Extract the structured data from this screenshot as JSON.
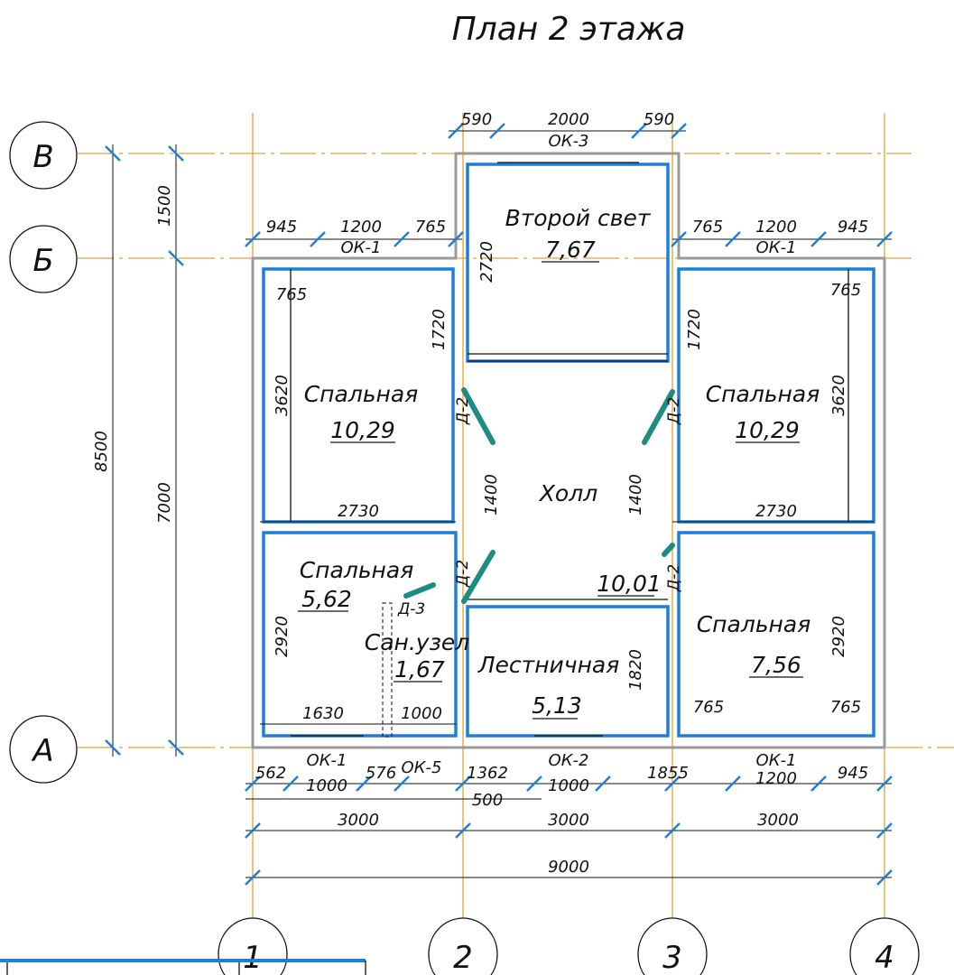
{
  "title": "План 2 этажа",
  "axes": {
    "rows": [
      "В",
      "Б",
      "А"
    ],
    "cols": [
      "1",
      "2",
      "3",
      "4"
    ]
  },
  "rooms": {
    "second_light": {
      "name": "Второй свет",
      "area": "7,67"
    },
    "bedroom_tl": {
      "name": "Спальная",
      "area": "10,29"
    },
    "bedroom_tr": {
      "name": "Спальная",
      "area": "10,29"
    },
    "hall": {
      "name": "Холл",
      "area": "10,01"
    },
    "bedroom_bl": {
      "name": "Спальная",
      "area": "5,62"
    },
    "bathroom": {
      "name": "Сан.узел",
      "area": "1,67"
    },
    "stair": {
      "name": "Лестничная",
      "area": "5,13"
    },
    "bedroom_br": {
      "name": "Спальная",
      "area": "7,56"
    }
  },
  "doors": {
    "d2": "Д-2",
    "d3": "Д-3"
  },
  "windows": {
    "ok1": "ОК-1",
    "ok2": "ОК-2",
    "ok3": "ОК-3",
    "ok5": "ОК-5"
  },
  "dims": {
    "top": [
      "590",
      "2000",
      "590"
    ],
    "upper_left": [
      "945",
      "1200",
      "765"
    ],
    "upper_right": [
      "765",
      "1200",
      "945"
    ],
    "left": [
      "8500",
      "1500",
      "7000"
    ],
    "inner": {
      "tl_765": "765",
      "tr_765": "765",
      "tl_1720": "1720",
      "tr_1720": "1720",
      "sl_2720": "2720",
      "tl_3620": "3620",
      "tr_3620": "3620",
      "tl_2730": "2730",
      "tr_2730": "2730",
      "hall_1400_l": "1400",
      "hall_1400_r": "1400",
      "bl_2920": "2920",
      "br_2920": "2920",
      "bl_1630": "1630",
      "bath_1000": "1000",
      "stair_1820": "1820",
      "br_765_l": "765",
      "br_765_r": "765"
    },
    "bottom1": [
      "562",
      "1000",
      "576",
      "1362",
      "500",
      "1000",
      "1855",
      "1200",
      "945"
    ],
    "bottom_thirds": [
      "3000",
      "3000",
      "3000"
    ],
    "total": "9000"
  }
}
